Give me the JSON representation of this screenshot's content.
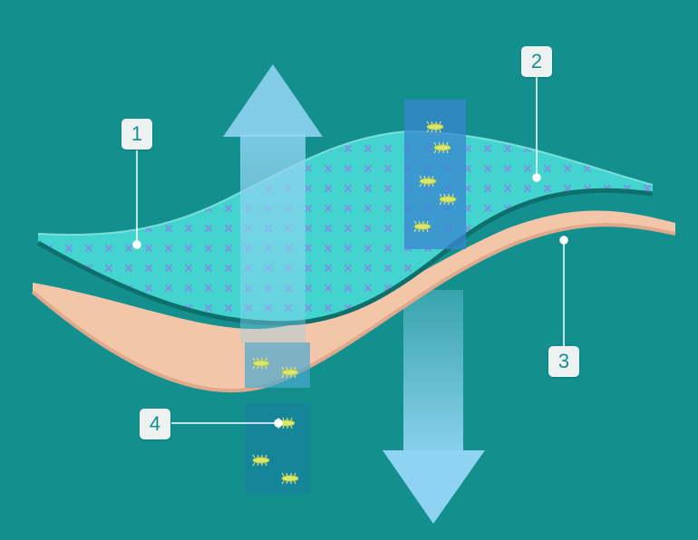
{
  "colors": {
    "background": "#138f8d",
    "top_layer": "#47d8d3",
    "top_layer_pattern": "#7f8de0",
    "skin_layer": "#f3c6a9",
    "arrow": "#8fd3f2",
    "bacteria": "#d8e86a",
    "callout_box": "#eef1f2",
    "callout_text": "#138f8d"
  },
  "callouts": [
    {
      "label": "1"
    },
    {
      "label": "2"
    },
    {
      "label": "3"
    },
    {
      "label": "4"
    }
  ]
}
